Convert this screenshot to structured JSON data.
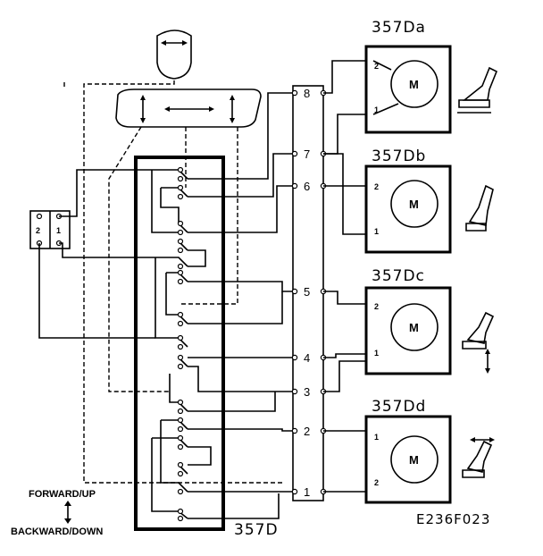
{
  "diagram": {
    "switch_block_label": "357D",
    "figure_code": "E236F023",
    "legend": {
      "forward_up": "FORWARD/UP",
      "backward_down": "BACKWARD/DOWN"
    },
    "connector_pins": [
      "8",
      "7",
      "6",
      "5",
      "4",
      "3",
      "2",
      "1"
    ],
    "switch_pins": {
      "a": "2",
      "b": "1"
    },
    "motors": [
      {
        "id": "357Da",
        "symbol": "M",
        "pin_top": "2",
        "pin_bottom": "1"
      },
      {
        "id": "357Db",
        "symbol": "M",
        "pin_top": "2",
        "pin_bottom": "1"
      },
      {
        "id": "357Dc",
        "symbol": "M",
        "pin_top": "2",
        "pin_bottom": "1"
      },
      {
        "id": "357Dd",
        "symbol": "M",
        "pin_top": "1",
        "pin_bottom": "2"
      }
    ]
  }
}
